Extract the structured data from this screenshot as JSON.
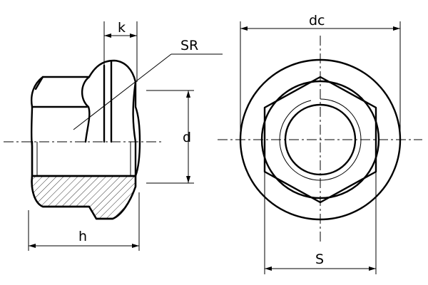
{
  "labels": {
    "k": "k",
    "sr": "SR",
    "d": "d",
    "h": "h",
    "dc": "dc",
    "s": "S"
  }
}
